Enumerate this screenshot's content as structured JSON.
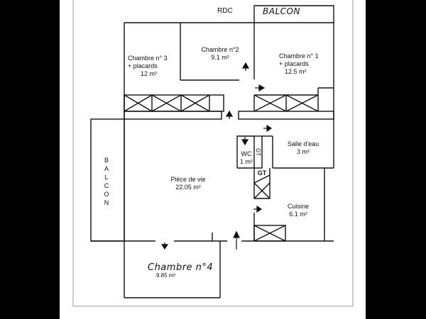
{
  "plan": {
    "level": "RDC",
    "balcony_top": "BALCON",
    "balcony_left": "BALCON"
  },
  "rooms": [
    {
      "name": "Chambre n° 3",
      "extra": "+ placards",
      "area": "12  m²"
    },
    {
      "name": "Chambre n°2",
      "extra": "",
      "area": "9.1  m²"
    },
    {
      "name": "Chambre n° 1",
      "extra": "+ placards",
      "area": "12.5  m²"
    },
    {
      "name": "WC",
      "extra": "",
      "area": "1  m²"
    },
    {
      "name": "Salle d'eau",
      "extra": "",
      "area": "3  m²"
    },
    {
      "name": "Pièce de vie",
      "extra": "",
      "area": "22.05  m²"
    },
    {
      "name": "Cuisine",
      "extra": "",
      "area": "6.1  m²"
    },
    {
      "name": "Chambre n°4",
      "extra": "",
      "area": "9.85  m²"
    }
  ],
  "fixtures": {
    "gt_vertical": "GT",
    "gt_horizontal": "GT"
  },
  "colors": {
    "background": "#000000",
    "paper": "#ffffff",
    "lines": "#111111",
    "frame": "#888888"
  }
}
